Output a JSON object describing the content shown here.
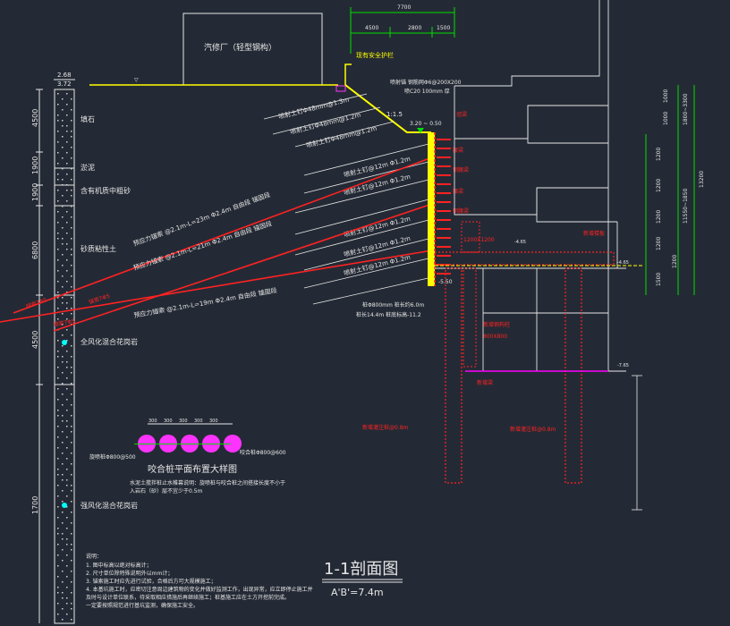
{
  "colors": {
    "background": "#242a35",
    "line": "#e6e6e6",
    "red": "#ff2222",
    "yellow": "#ffff00",
    "green": "#00dd00",
    "magenta": "#ff00ff",
    "cyan": "#00ffff",
    "pink": "#ff33ff"
  },
  "building_label": "汽修厂（轻型钢构）",
  "elev_top": {
    "label": "2.68",
    "value": "3.72"
  },
  "soil_thickness": [
    "4500",
    "1900",
    "1900",
    "6800",
    "4500",
    "1700"
  ],
  "soil_layers": [
    "填石",
    "淤泥",
    "含有机质中粗砂",
    "砂质粘性土",
    "全风化混合花岗岩",
    "强风化混合花岗岩"
  ],
  "top_dims": {
    "total": "7700",
    "parts": [
      "4500",
      "2800",
      "1500"
    ]
  },
  "fence_label": "现有安全护栏",
  "slope_label": "1:1.5",
  "slope_note_1": "喷射锚 钢筋网Φ6@200X200",
  "slope_note_2": "喷C20 100mm 厚",
  "pile_top_elev": "3.20 ~ 0.50",
  "nails_upper": [
    "喷射土钉Φ48mm@1.3m",
    "喷射土钉Φ48mm@1.2m",
    "喷射土钉Φ48mm@1.2m"
  ],
  "anchors": [
    "预应力锚索 @2.1m-L=23m Φ2.4m  自由段  锚固段",
    "预应力锚索 @2.1m-L=21m Φ2.4m  自由段  锚固段",
    "预应力锚索 @2.1m-L=19m Φ2.4m  自由段  锚固段"
  ],
  "anchors_short": [
    "喷射土钉@12m Φ1.2m",
    "喷射土钉@12m Φ1.2m",
    "喷射土钉@12m Φ1.2m",
    "喷射土钉@12m Φ1.2m",
    "喷射土钉@12m Φ1.2m"
  ],
  "anchor_tags": [
    "锚索7Φ5",
    "锚索7Φ5",
    "锚索7Φ5"
  ],
  "wale_labels": [
    "冠梁",
    "腰梁",
    "钢腰梁",
    "腰梁",
    "钢腰梁"
  ],
  "pile_note_1": "桩Φ800mm  桩长约6.0m",
  "pile_note_2": "桩长14.4m  桩底标高-11.2",
  "base_elev": "-5.50",
  "right_labels": {
    "slab": "新增楼板",
    "beam": "新增梁",
    "col_note": "新增钢构柱",
    "pile_a": "新增灌注桩@0.8m",
    "pile_b": "新增灌注桩@0.8m",
    "size_1": "1200X1200",
    "size_2": "800X800"
  },
  "elev_right": [
    "-4.65",
    "-4.65",
    "-7.65"
  ],
  "right_dims_a": [
    "1000",
    "1000",
    "1200",
    "1200",
    "1200",
    "1200",
    "1200",
    "1500"
  ],
  "right_dims_b": [
    "1800~3300",
    "11550~1850",
    "13200"
  ],
  "detail": {
    "title": "咬合桩平面布置大样图",
    "dims": [
      "300",
      "300",
      "300",
      "300",
      "300"
    ],
    "left_label": "旋喷桩Φ800@500",
    "right_label": "咬合桩Φ800@600",
    "note": "水泥土搅拌桩止水帷幕说明：旋喷桩与咬合桩之间搭接长度不小于",
    "note2": "入岩石（砂）层不宜少于0.5m"
  },
  "notes_title": "说明：",
  "notes": [
    "1. 图中标高以绝对标高计；",
    "2. 尺寸单位除特殊说明外以mm计；",
    "3. 锚索施工时应先进行试验，合格后方可大规模施工；",
    "4. 本基坑施工时，应密切注意周边建筑物的变化并做好监测工作，出现异常，应立即停止施工并",
    "   及时与设计单位联系，待采取相应措施后再继续施工；桩基施工应在土方开挖前完成。",
    "   一定要按照规范进行基坑监测，确保施工安全。"
  ],
  "section_title": "1-1剖面图",
  "section_subtitle": "A'B'=7.4m"
}
